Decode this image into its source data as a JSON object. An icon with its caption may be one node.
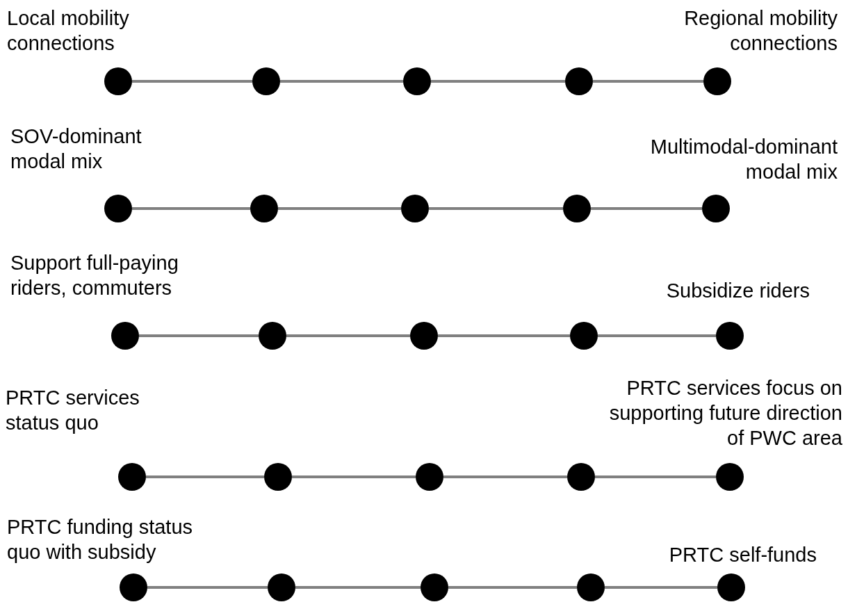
{
  "diagram": {
    "nodes": [
      {
        "text": [],
        "shape": "circle",
        "beside": [
          "Local mobility connections"
        ]
      },
      {
        "text": [],
        "shape": "circle"
      },
      {
        "text": [],
        "shape": "circle"
      },
      {
        "text": [],
        "shape": "circle"
      },
      {
        "text": [],
        "shape": "circle",
        "beside": [
          "Regional mobility connections"
        ]
      },
      {
        "text": [],
        "shape": "circle",
        "beside": [
          "SOV-dominant modal mix"
        ]
      },
      {
        "text": [],
        "shape": "circle"
      },
      {
        "text": [],
        "shape": "circle"
      },
      {
        "text": [],
        "shape": "circle"
      },
      {
        "text": [],
        "shape": "circle",
        "beside": [
          "Multimodal-dominant modal mix"
        ]
      },
      {
        "text": [],
        "shape": "circle",
        "beside": [
          "Support full-paying riders, commuters"
        ]
      },
      {
        "text": [],
        "shape": "circle"
      },
      {
        "text": [],
        "shape": "circle"
      },
      {
        "text": [],
        "shape": "circle"
      },
      {
        "text": [],
        "shape": "circle",
        "beside": [
          "Subsidize riders"
        ]
      },
      {
        "text": [],
        "shape": "circle",
        "beside": [
          "PRTC services status quo"
        ]
      },
      {
        "text": [],
        "shape": "circle"
      },
      {
        "text": [],
        "shape": "circle"
      },
      {
        "text": [],
        "shape": "circle"
      },
      {
        "text": [],
        "shape": "circle",
        "beside": [
          "PRTC services focus on supporting future direction of PWC area"
        ]
      },
      {
        "text": [],
        "shape": "circle",
        "beside": [
          "PRTC funding status quo with subsidy"
        ]
      },
      {
        "text": [],
        "shape": "circle"
      },
      {
        "text": [],
        "shape": "circle"
      },
      {
        "text": [],
        "shape": "circle"
      },
      {
        "text": [],
        "shape": "circle",
        "beside": [
          "PRTC self-funds"
        ]
      }
    ],
    "edges": [
      {
        "from": 0,
        "to": 1,
        "arrow": "none"
      },
      {
        "from": 1,
        "to": 2,
        "arrow": "none"
      },
      {
        "from": 2,
        "to": 3,
        "arrow": "none"
      },
      {
        "from": 3,
        "to": 4,
        "arrow": "none"
      },
      {
        "from": 5,
        "to": 6,
        "arrow": "none"
      },
      {
        "from": 6,
        "to": 7,
        "arrow": "none"
      },
      {
        "from": 7,
        "to": 8,
        "arrow": "none"
      },
      {
        "from": 8,
        "to": 9,
        "arrow": "none"
      },
      {
        "from": 10,
        "to": 11,
        "arrow": "none"
      },
      {
        "from": 11,
        "to": 12,
        "arrow": "none"
      },
      {
        "from": 12,
        "to": 13,
        "arrow": "none"
      },
      {
        "from": 13,
        "to": 14,
        "arrow": "none"
      },
      {
        "from": 15,
        "to": 16,
        "arrow": "none"
      },
      {
        "from": 16,
        "to": 17,
        "arrow": "none"
      },
      {
        "from": 17,
        "to": 18,
        "arrow": "none"
      },
      {
        "from": 18,
        "to": 19,
        "arrow": "none"
      },
      {
        "from": 20,
        "to": 21,
        "arrow": "none"
      },
      {
        "from": 21,
        "to": 22,
        "arrow": "none"
      },
      {
        "from": 22,
        "to": 23,
        "arrow": "none"
      },
      {
        "from": 23,
        "to": 24,
        "arrow": "none"
      }
    ]
  }
}
